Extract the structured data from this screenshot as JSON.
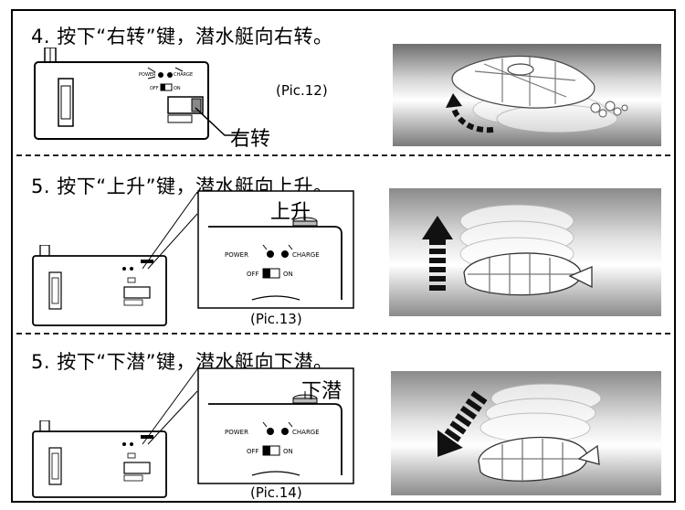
{
  "sections": [
    {
      "heading": "4. 按下“右转”键，潜水艇向右转。",
      "caption": "(Pic.12)",
      "callout": "右转",
      "panel": {
        "power": "POWER",
        "charge": "CHARGE",
        "off": "OFF",
        "on": "ON"
      }
    },
    {
      "heading": "5. 按下“上升”键，潜水艇向上升。",
      "caption": "(Pic.13)",
      "callout": "上升",
      "panel": {
        "power": "POWER",
        "charge": "CHARGE",
        "off": "OFF",
        "on": "ON"
      }
    },
    {
      "heading": "5. 按下“下潜”键，潜水艇向下潜。",
      "caption": "(Pic.14)",
      "callout": "下潜",
      "panel": {
        "power": "POWER",
        "charge": "CHARGE",
        "off": "OFF",
        "on": "ON"
      }
    }
  ]
}
